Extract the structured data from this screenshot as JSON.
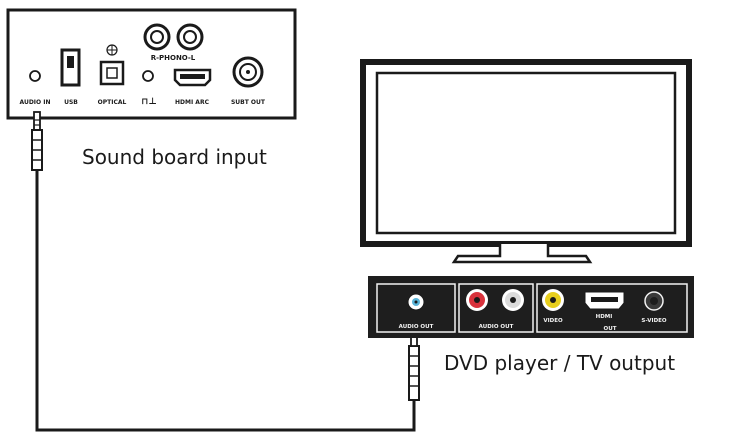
{
  "captions": {
    "sound_board": "Sound board input",
    "dvd_player": "DVD player / TV output"
  },
  "sound_board_panel": {
    "top_label": "R-PHONO-L",
    "port_labels": {
      "audio_in": "AUDIO IN",
      "usb": "USB",
      "optical": "OPTICAL",
      "coax": "⊓⊥",
      "hdmi_arc": "HDMI ARC",
      "sub_out": "SUBT OUT"
    }
  },
  "dvd_panel": {
    "port_labels": {
      "audio_out": "AUDIO OUT",
      "audio_out_rca": "AUDIO OUT",
      "video": "VIDEO",
      "hdmi": "HDMI",
      "out": "OUT",
      "s_video": "S-VIDEO"
    }
  },
  "colors": {
    "line": "#1a1a1a",
    "panel_dark": "#1e1e1e",
    "rca_red": "#d8323c",
    "rca_white": "#f2f2f2",
    "rca_yellow": "#e8cf1e",
    "jack_blue": "#5ab4d8"
  }
}
